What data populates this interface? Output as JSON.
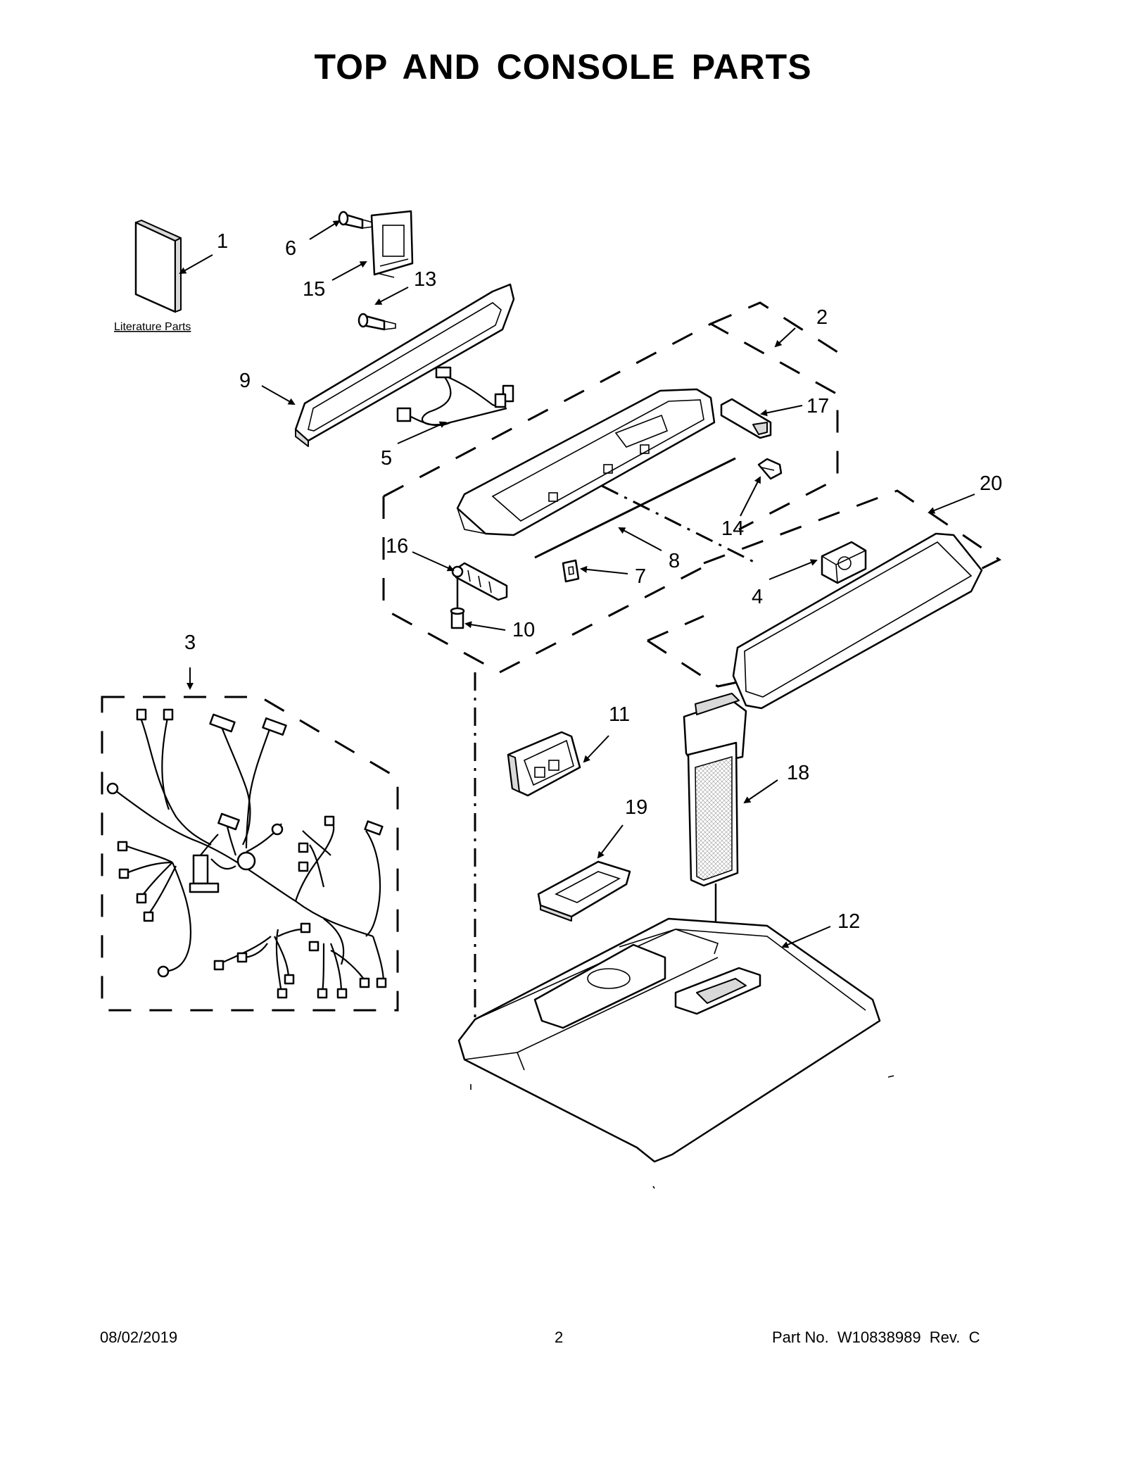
{
  "title": "TOP AND CONSOLE PARTS",
  "literature_label": "Literature Parts",
  "callouts": {
    "c1": "1",
    "c2": "2",
    "c3": "3",
    "c4": "4",
    "c5": "5",
    "c6": "6",
    "c7": "7",
    "c8": "8",
    "c9": "9",
    "c10": "10",
    "c11": "11",
    "c12": "12",
    "c13": "13",
    "c14": "14",
    "c15": "15",
    "c16": "16",
    "c17": "17",
    "c18": "18",
    "c19": "19",
    "c20": "20"
  },
  "footer": {
    "date": "08/02/2019",
    "page": "2",
    "part_no": "Part No.  W10838989  Rev.  C"
  }
}
